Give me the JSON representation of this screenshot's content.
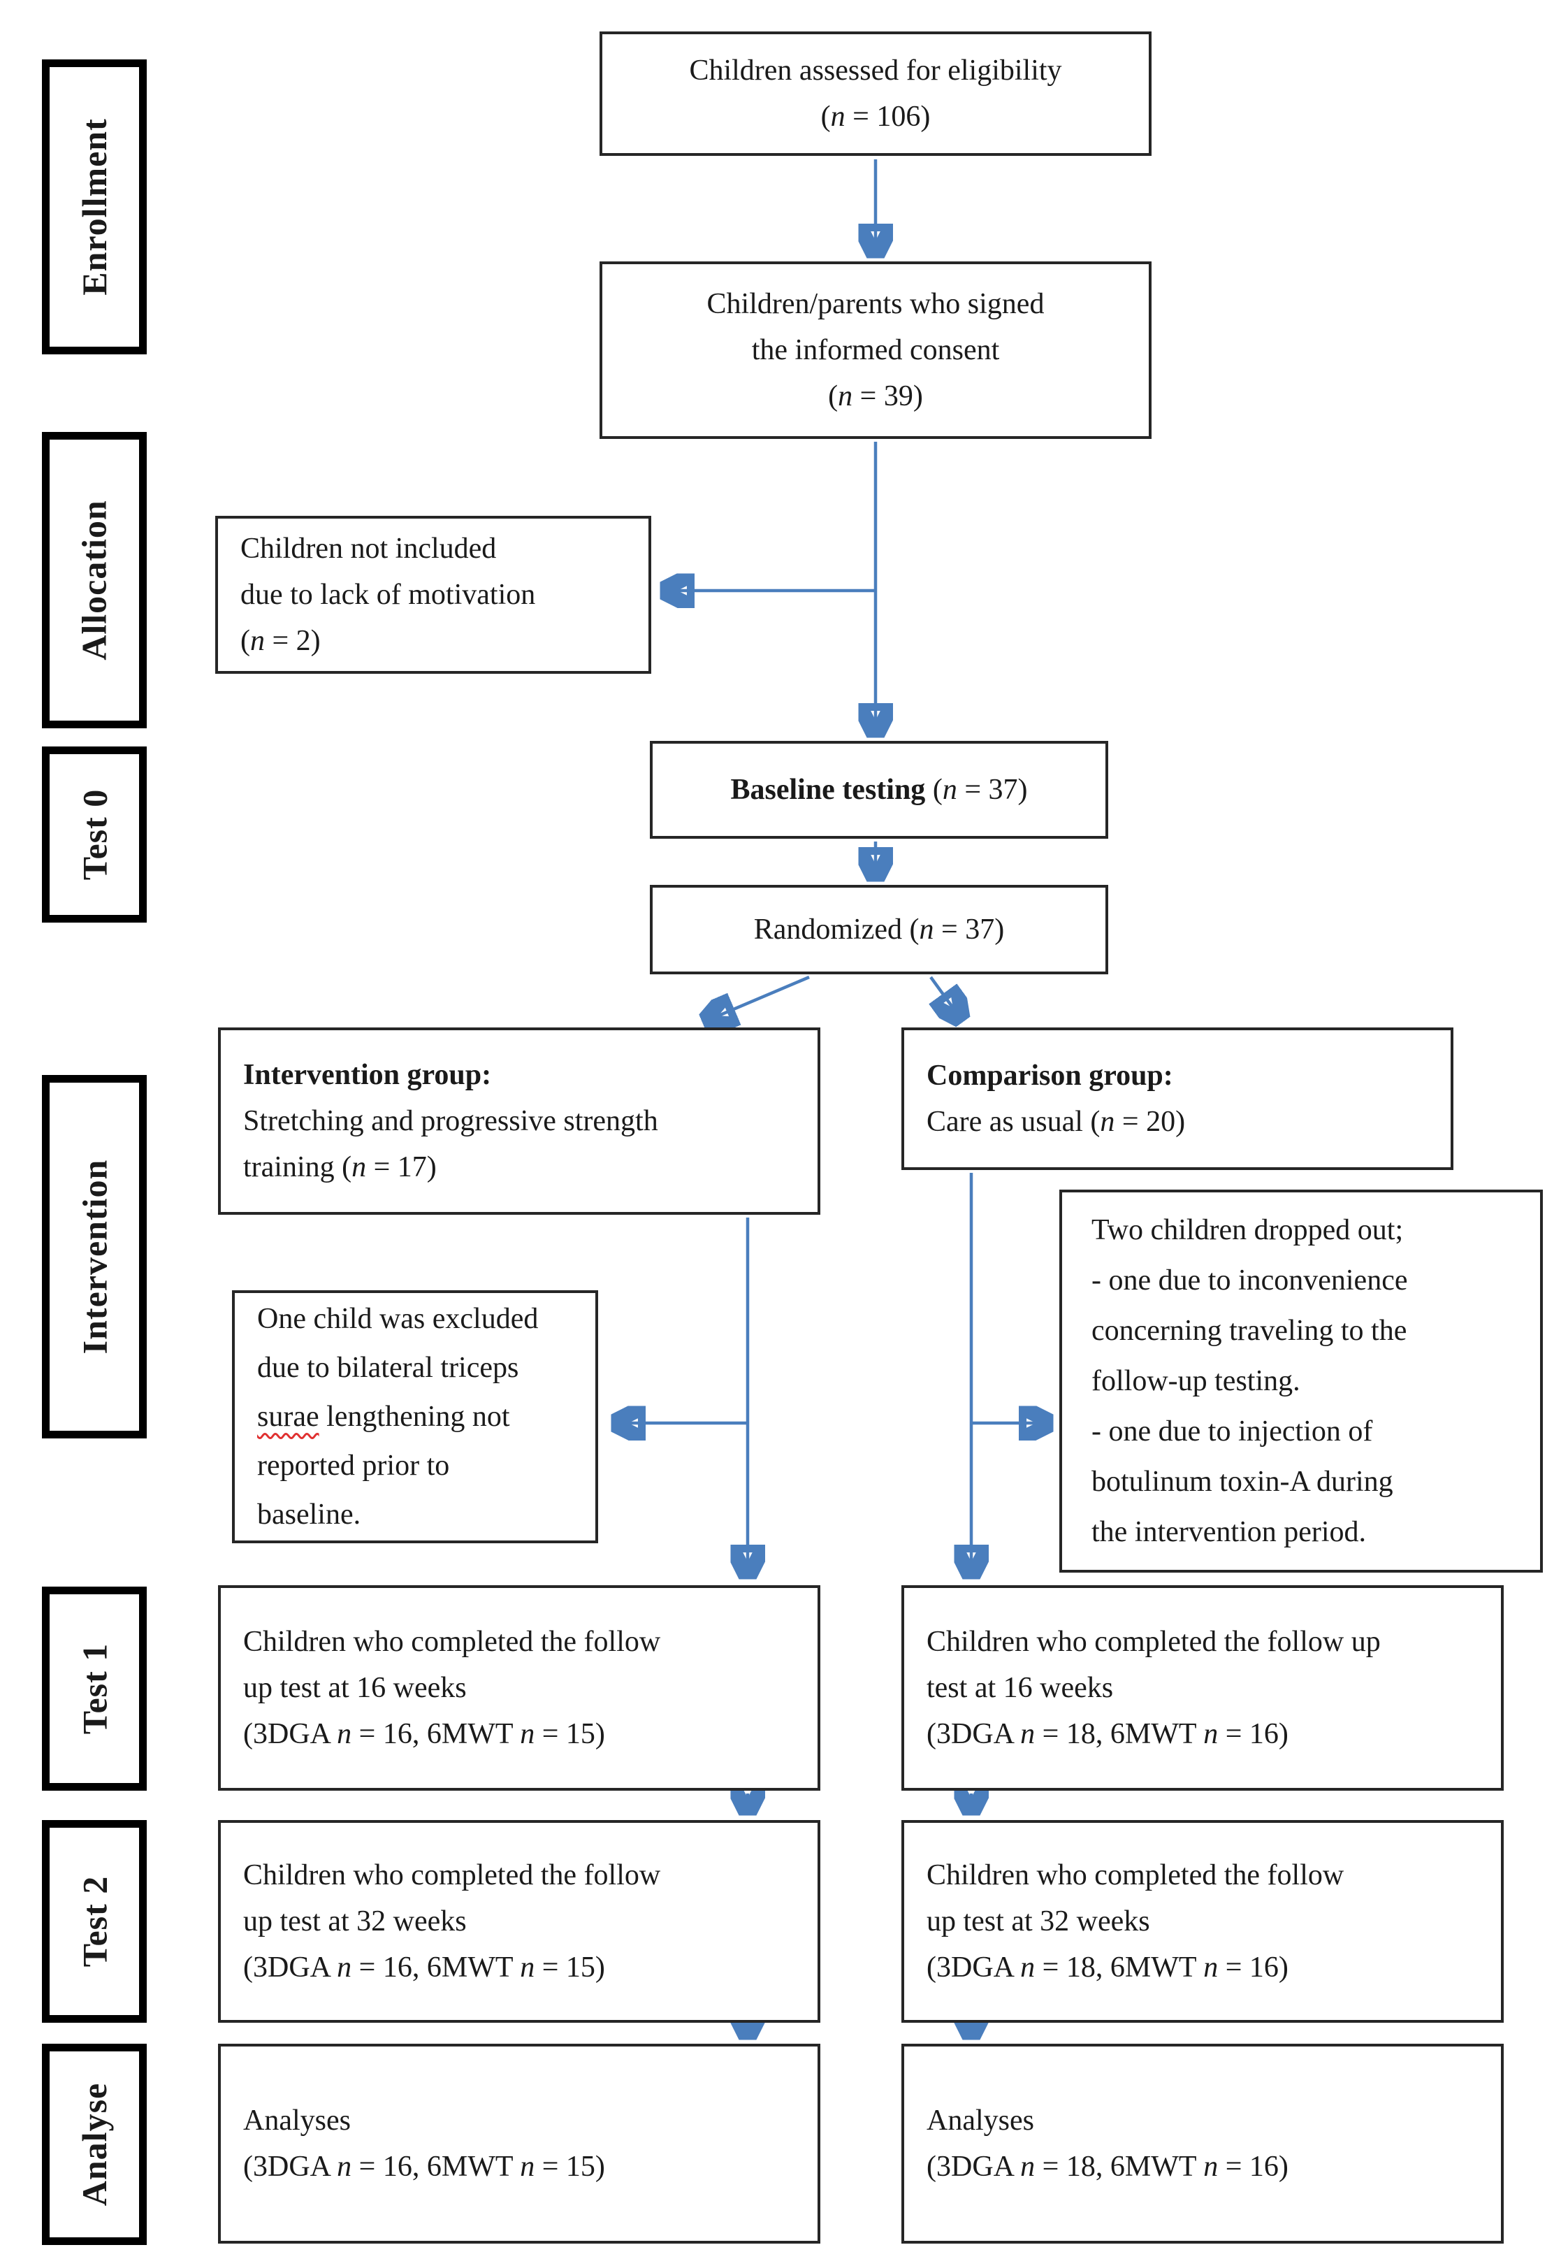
{
  "palette": {
    "arrow_blue": "#4a7ebd",
    "flow_box_border": "#262626",
    "stage_box_border": "#000000",
    "text_ink": "#1a1a1a",
    "spellcheck_underline": "#e03131",
    "background": "#ffffff"
  },
  "stages": [
    {
      "label": "Enrollment"
    },
    {
      "label": "Allocation"
    },
    {
      "label": "Test 0"
    },
    {
      "label": "Intervention"
    },
    {
      "label": "Test 1"
    },
    {
      "label": "Test 2"
    },
    {
      "label": "Analyse"
    }
  ],
  "boxes": {
    "eligibility": {
      "lines": [
        [
          {
            "t": "Children assessed for eligibility"
          }
        ],
        [
          {
            "t": "("
          },
          {
            "t": "n",
            "s": "i"
          },
          {
            "t": " = 106)"
          }
        ]
      ]
    },
    "consent": {
      "lines": [
        [
          {
            "t": "Children/parents who signed"
          }
        ],
        [
          {
            "t": "the informed consent"
          }
        ],
        [
          {
            "t": "("
          },
          {
            "t": "n",
            "s": "i"
          },
          {
            "t": " = 39)"
          }
        ]
      ]
    },
    "not_included": {
      "lines": [
        [
          {
            "t": "Children not included"
          }
        ],
        [
          {
            "t": "due to lack of motivation"
          }
        ],
        [
          {
            "t": "("
          },
          {
            "t": "n",
            "s": "i"
          },
          {
            "t": " = 2)"
          }
        ]
      ]
    },
    "baseline": {
      "lines": [
        [
          {
            "t": "Baseline testing ",
            "s": "b"
          },
          {
            "t": "("
          },
          {
            "t": "n",
            "s": "i"
          },
          {
            "t": " = 37)"
          }
        ]
      ]
    },
    "randomized": {
      "lines": [
        [
          {
            "t": "Randomized  ("
          },
          {
            "t": "n",
            "s": "i"
          },
          {
            "t": " = 37)"
          }
        ]
      ]
    },
    "intervention_group": {
      "lines": [
        [
          {
            "t": "Intervention group:",
            "s": "b"
          }
        ],
        [
          {
            "t": "Stretching and progressive strength"
          }
        ],
        [
          {
            "t": "training ("
          },
          {
            "t": "n",
            "s": "i"
          },
          {
            "t": " = 17)"
          }
        ]
      ]
    },
    "comparison_group": {
      "lines": [
        [
          {
            "t": "Comparison group:",
            "s": "b"
          }
        ],
        [
          {
            "t": "Care as usual  ("
          },
          {
            "t": "n",
            "s": "i"
          },
          {
            "t": " = 20)"
          }
        ]
      ]
    },
    "excluded": {
      "lines": [
        [
          {
            "t": "One child was excluded"
          }
        ],
        [
          {
            "t": "due to bilateral triceps"
          }
        ],
        [
          {
            "t": "surae",
            "s": "w"
          },
          {
            "t": " lengthening not"
          }
        ],
        [
          {
            "t": "reported prior to"
          }
        ],
        [
          {
            "t": "baseline."
          }
        ]
      ]
    },
    "dropped_out": {
      "lines": [
        [
          {
            "t": "Two children dropped out;"
          }
        ],
        [
          {
            "t": "- one due to inconvenience"
          }
        ],
        [
          {
            "t": "concerning traveling to the"
          }
        ],
        [
          {
            "t": "follow-up testing."
          }
        ],
        [
          {
            "t": "- one due to injection of"
          }
        ],
        [
          {
            "t": "botulinum toxin-A during"
          }
        ],
        [
          {
            "t": "the intervention period."
          }
        ]
      ]
    },
    "test1_left": {
      "lines": [
        [
          {
            "t": "Children who completed the follow"
          }
        ],
        [
          {
            "t": "up test at 16 weeks"
          }
        ],
        [
          {
            "t": "(3DGA "
          },
          {
            "t": "n",
            "s": "i"
          },
          {
            "t": " = 16, 6MWT "
          },
          {
            "t": "n",
            "s": "i"
          },
          {
            "t": " = 15)"
          }
        ]
      ]
    },
    "test1_right": {
      "lines": [
        [
          {
            "t": "Children who completed the follow up"
          }
        ],
        [
          {
            "t": "test at 16 weeks"
          }
        ],
        [
          {
            "t": "(3DGA "
          },
          {
            "t": "n",
            "s": "i"
          },
          {
            "t": " = 18, 6MWT "
          },
          {
            "t": "n",
            "s": "i"
          },
          {
            "t": " = 16)"
          }
        ]
      ]
    },
    "test2_left": {
      "lines": [
        [
          {
            "t": "Children who completed the follow"
          }
        ],
        [
          {
            "t": "up test at 32 weeks"
          }
        ],
        [
          {
            "t": "(3DGA "
          },
          {
            "t": "n",
            "s": "i"
          },
          {
            "t": " = 16, 6MWT "
          },
          {
            "t": "n",
            "s": "i"
          },
          {
            "t": " = 15)"
          }
        ]
      ]
    },
    "test2_right": {
      "lines": [
        [
          {
            "t": "Children who completed the follow"
          }
        ],
        [
          {
            "t": "up test at 32 weeks"
          }
        ],
        [
          {
            "t": "(3DGA "
          },
          {
            "t": "n",
            "s": "i"
          },
          {
            "t": " = 18, 6MWT "
          },
          {
            "t": "n",
            "s": "i"
          },
          {
            "t": " = 16)"
          }
        ]
      ]
    },
    "analyses_left": {
      "lines": [
        [
          {
            "t": "Analyses"
          }
        ],
        [
          {
            "t": "(3DGA "
          },
          {
            "t": "n",
            "s": "i"
          },
          {
            "t": " = 16, 6MWT "
          },
          {
            "t": "n",
            "s": "i"
          },
          {
            "t": " = 15)"
          }
        ]
      ]
    },
    "analyses_right": {
      "lines": [
        [
          {
            "t": "Analyses"
          }
        ],
        [
          {
            "t": "(3DGA "
          },
          {
            "t": "n",
            "s": "i"
          },
          {
            "t": " = 18, 6MWT "
          },
          {
            "t": "n",
            "s": "i"
          },
          {
            "t": " = 16)"
          }
        ]
      ]
    }
  }
}
